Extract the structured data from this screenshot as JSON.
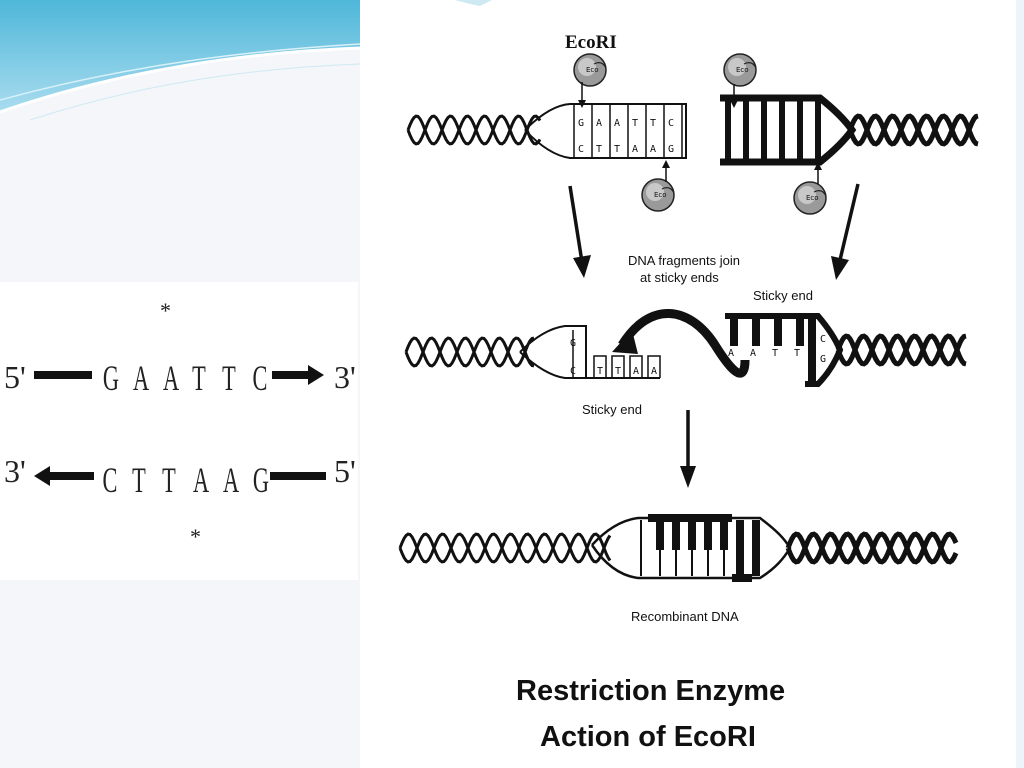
{
  "recognition_site": {
    "top_five_prime": "5'",
    "top_three_prime": "3'",
    "bottom_three_prime": "3'",
    "bottom_five_prime": "5'",
    "top_sequence": [
      "G",
      "A",
      "A",
      "T",
      "T",
      "C"
    ],
    "bottom_sequence": [
      "C",
      "T",
      "T",
      "A",
      "A",
      "G"
    ],
    "top_cut_mark": "*",
    "bottom_cut_mark": "*"
  },
  "diagram": {
    "enzyme_label": "EcoRI",
    "left_fragment_top_bases": [
      "G",
      "A",
      "A",
      "T",
      "T",
      "C"
    ],
    "left_fragment_bottom_bases": [
      "C",
      "T",
      "T",
      "A",
      "A",
      "G"
    ],
    "join_label_line1": "DNA fragments join",
    "join_label_line2": "at sticky ends",
    "sticky_end_label_right": "Sticky end",
    "sticky_end_label_left": "Sticky end",
    "right_sticky_bases": [
      "A",
      "A",
      "T",
      "T",
      "C",
      "G"
    ],
    "left_sticky_bases": [
      "G",
      "C",
      "T",
      "T",
      "A",
      "A"
    ],
    "recombinant_label": "Recombinant DNA",
    "title_line1": "Restriction Enzyme",
    "title_line2": "Action of EcoRI"
  },
  "colors": {
    "sky_top": "#5bc3de",
    "panel_bg": "#f4f6fa",
    "ink": "#111111"
  }
}
